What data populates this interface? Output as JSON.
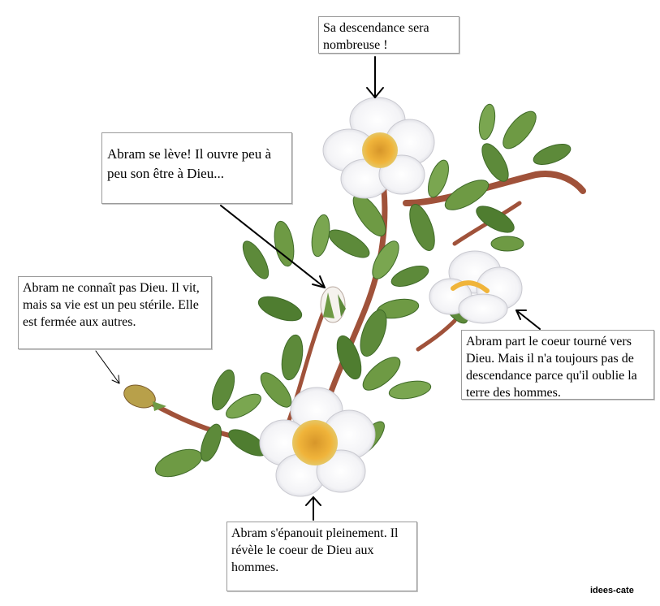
{
  "captions": {
    "top": "Sa descendance sera nombreuse !",
    "bud": "Abram se lève! Il ouvre peu à  peu son être à Dieu...",
    "closed": "Abram ne connaît pas Dieu. Il vit, mais sa vie est un peu stérile. Elle est fermée aux autres.",
    "right": "Abram part le coeur tourné vers Dieu. Mais il n'a toujours pas de descendance parce qu'il oublie la terre des hommes.",
    "bottom": "Abram s'épanouit pleinement. Il révèle le coeur de Dieu aux hommes."
  },
  "credit": "idees-cate",
  "colors": {
    "leaf": "#5d8a3a",
    "leaf_dark": "#3f6a28",
    "stem": "#a0523a",
    "petal": "#f4f4f4",
    "center": "#e8a830",
    "arrow": "#000000"
  }
}
